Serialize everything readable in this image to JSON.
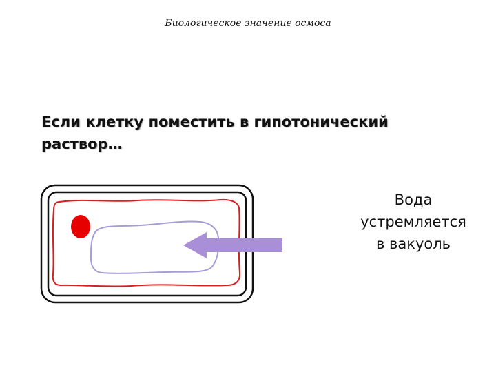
{
  "slide": {
    "title": "Биологическое значение осмоса",
    "heading_line1": "Если клетку поместить в гипотонический",
    "heading_line2": "раствор…"
  },
  "caption": {
    "line1": "Вода",
    "line2": "устремляется",
    "line3": "в вакуоль"
  },
  "colors": {
    "membrane": "#d81e1e",
    "nucleus": "#e60000",
    "vacuole": "#a79cd6",
    "arrow": "#a98fd8",
    "cell_wall": "#111111"
  }
}
